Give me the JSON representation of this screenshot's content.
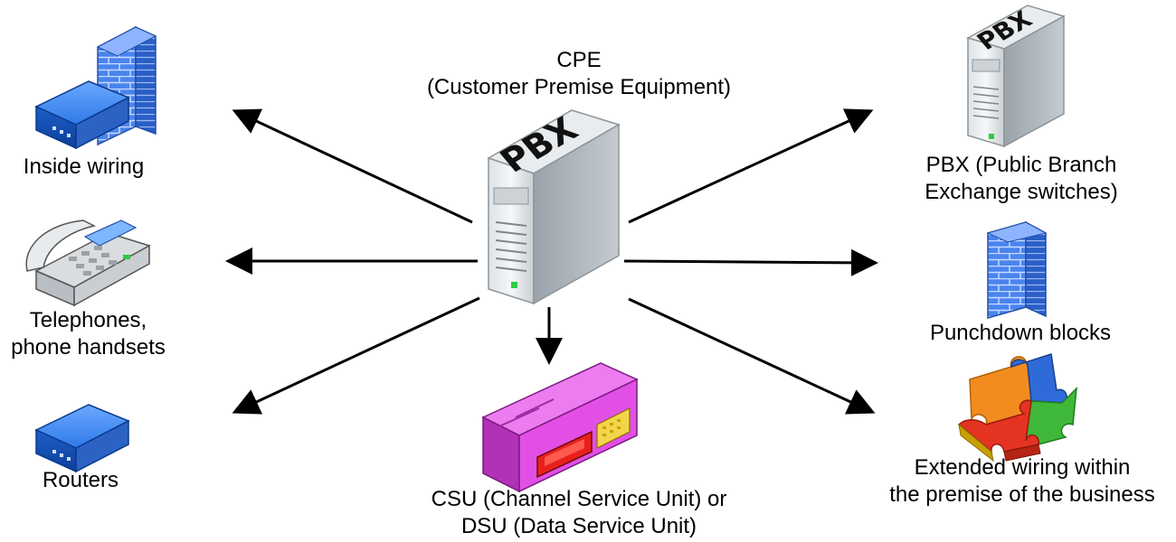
{
  "center": {
    "title_line1": "CPE",
    "title_line2": "(Customer Premise Equipment)",
    "server_text": "PBX"
  },
  "left_items": [
    {
      "lines": [
        "Inside wiring"
      ],
      "icon": "router-firewall-icon"
    },
    {
      "lines": [
        "Telephones,",
        "phone handsets"
      ],
      "icon": "desk-phone-icon"
    },
    {
      "lines": [
        "Routers"
      ],
      "icon": "router-icon"
    }
  ],
  "right_items": [
    {
      "lines": [
        "PBX (Public Branch",
        "Exchange switches)"
      ],
      "icon": "pbx-server-icon",
      "server_text": "PBX"
    },
    {
      "lines": [
        "Punchdown blocks"
      ],
      "icon": "brick-wall-icon"
    },
    {
      "lines": [
        "Extended wiring within",
        "the premise of the business"
      ],
      "icon": "puzzle-icon"
    }
  ],
  "bottom_item": {
    "lines": [
      "CSU (Channel Service Unit) or",
      "DSU (Data Service Unit)"
    ],
    "icon": "csu-dsu-device-icon"
  },
  "colors": {
    "router_blue": "#1f6fd6",
    "wall_blue": "#3f79e6",
    "csu_magenta": "#e24fe6",
    "arrow": "#000000"
  }
}
